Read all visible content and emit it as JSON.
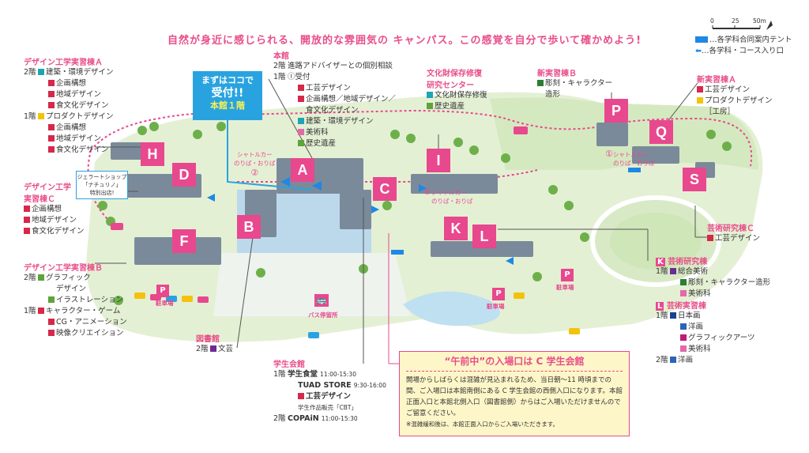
{
  "headline": "自然が身近に感じられる、開放的な雰囲気の  キャンパス。この感覚を自分で歩いて確かめよう!",
  "scale": {
    "labels": [
      "0",
      "25",
      "50m"
    ]
  },
  "legend": [
    {
      "icon": "tent-icon",
      "text": "…各学科合同案内テント"
    },
    {
      "icon": "entrance-arrow-icon",
      "text": "…各学科・コース入り口"
    }
  ],
  "colors": {
    "accent": "#e84e8a",
    "callout": "#29a3e0",
    "notice_bg": "#fdf6c8"
  },
  "markers": [
    "A",
    "B",
    "C",
    "D",
    "F",
    "H",
    "I",
    "K",
    "L",
    "P",
    "Q",
    "S"
  ],
  "callout": {
    "line1": "まずはココで",
    "line2": "受付!!",
    "line3": "本館１階"
  },
  "icecream": {
    "line1": "ジェラートショップ",
    "line2": "「ナチュリノ」",
    "line3": "特別出店!"
  },
  "shuttle": [
    {
      "num": "②",
      "text1": "シャトルカー",
      "text2": "のりば・おりば"
    },
    {
      "num": "①",
      "text1": "シャトルカー",
      "text2": "のりば・おりば"
    },
    {
      "num": "①",
      "text1": "シャトルカー",
      "text2": "のりば・おりば"
    }
  ],
  "parking": "駐車場",
  "bus": "バス停留所",
  "left_blocks": {
    "bA": {
      "title": "デザイン工学実習棟Ａ",
      "lines": [
        {
          "floor": "2階",
          "color": "teal",
          "text": "建築・環境デザイン"
        },
        {
          "floor": "",
          "color": "red",
          "text": "企画構想"
        },
        {
          "floor": "",
          "color": "red",
          "text": "地域デザイン"
        },
        {
          "floor": "",
          "color": "red",
          "text": "食文化デザイン"
        },
        {
          "floor": "1階",
          "color": "yellow",
          "text": "プロダクトデザイン"
        },
        {
          "floor": "",
          "color": "red",
          "text": "企画構想"
        },
        {
          "floor": "",
          "color": "red",
          "text": "地域デザイン"
        },
        {
          "floor": "",
          "color": "red",
          "text": "食文化デザイン"
        }
      ]
    },
    "bC": {
      "title1": "デザイン工学",
      "title2": "実習棟Ｃ",
      "lines": [
        {
          "color": "red",
          "text": "企画構想"
        },
        {
          "color": "red",
          "text": "地域デザイン"
        },
        {
          "color": "red",
          "text": "食文化デザイン"
        }
      ]
    },
    "bB": {
      "title": "デザイン工学実習棟Ｂ",
      "lines": [
        {
          "floor": "2階",
          "color": "green",
          "text": "グラフィック"
        },
        {
          "floor": "",
          "color": "",
          "text": "デザイン"
        },
        {
          "floor": "",
          "color": "green",
          "text": "イラストレーション"
        },
        {
          "floor": "1階",
          "color": "red",
          "text": "キャラクター・ゲーム"
        },
        {
          "floor": "",
          "color": "red",
          "text": "CG・アニメーション"
        },
        {
          "floor": "",
          "color": "red",
          "text": "映像クリエイション"
        }
      ]
    }
  },
  "honkan": {
    "title": "本館",
    "lines": [
      {
        "floor": "2階",
        "color": "",
        "text": "進路アドバイザーとの個別相談"
      },
      {
        "floor": "1階",
        "color": "",
        "text": "Ⓘ受付"
      },
      {
        "floor": "",
        "color": "red",
        "text": "工芸デザイン"
      },
      {
        "floor": "",
        "color": "red",
        "text": "企画構想／地域デザイン／"
      },
      {
        "floor": "",
        "color": "",
        "text": "食文化デザイン"
      },
      {
        "floor": "",
        "color": "teal",
        "text": "建築・環境デザイン"
      },
      {
        "floor": "",
        "color": "pink",
        "text": "美術科"
      },
      {
        "floor": "",
        "color": "green",
        "text": "歴史遺産"
      }
    ]
  },
  "bunkazai": {
    "title1": "文化財保存修復",
    "title2": "研究センター",
    "lines": [
      {
        "color": "teal",
        "text": "文化財保存修復"
      },
      {
        "color": "green",
        "text": "歴史遺産"
      }
    ]
  },
  "shinB": {
    "title": "新実習棟Ｂ",
    "lines": [
      {
        "color": "darkgreen",
        "text": "彫刻・キャラクター"
      },
      {
        "color": "",
        "text": "造形"
      }
    ]
  },
  "shinA": {
    "title": "新実習棟Ａ",
    "lines": [
      {
        "color": "red",
        "text": "工芸デザイン"
      },
      {
        "color": "yellow",
        "text": "プロダクトデザイン"
      },
      {
        "color": "",
        "text": "［工房］"
      }
    ]
  },
  "geiC": {
    "title": "芸術研究棟Ｃ",
    "lines": [
      {
        "color": "red",
        "text": "工芸デザイン"
      }
    ]
  },
  "geiK": {
    "marker": "K",
    "title": "芸術研究棟",
    "lines": [
      {
        "floor": "1階",
        "color": "purple",
        "text": "総合美術"
      },
      {
        "floor": "",
        "color": "darkgreen",
        "text": "彫刻・キャラクター造形"
      },
      {
        "floor": "",
        "color": "pink",
        "text": "美術科"
      }
    ]
  },
  "geiL": {
    "marker": "L",
    "title": "芸術実習棟",
    "lines": [
      {
        "floor": "1階",
        "color": "navy",
        "text": "日本画"
      },
      {
        "floor": "",
        "color": "blue",
        "text": "洋画"
      },
      {
        "floor": "",
        "color": "magenta",
        "text": "グラフィックアーツ"
      },
      {
        "floor": "",
        "color": "pink",
        "text": "美術科"
      },
      {
        "floor": "2階",
        "color": "blue",
        "text": "洋画"
      }
    ]
  },
  "library": {
    "title": "図書館",
    "floor": "2階",
    "color": "purple",
    "text": "文芸"
  },
  "student": {
    "title": "学生会館",
    "lines": [
      {
        "floor": "1階",
        "text": "学生食堂",
        "time": "11:00-15:30"
      },
      {
        "floor": "",
        "text": "TUAD STORE",
        "time": "9:30-16:00"
      },
      {
        "floor": "",
        "text": "工芸デザイン",
        "time": ""
      },
      {
        "floor": "",
        "text": "学生作品販売「CBT」",
        "time": ""
      },
      {
        "floor": "2階",
        "text": "COPAiN",
        "time": "11:00-15:30"
      }
    ]
  },
  "notice": {
    "title": "“午前中”の入場口は C 学生会館",
    "body": "開場からしばらくは混雑が見込まれるため、当日朝～11 時頃までの間、ご入場口は本館南側にある C 学生会館の西側入口になります。本館正面入口と本館北側入口（図書館側）からはご入場いただけませんのでご留意ください。",
    "note": "※混雑緩和後は、本館正面入口からご入場いただきます。"
  }
}
